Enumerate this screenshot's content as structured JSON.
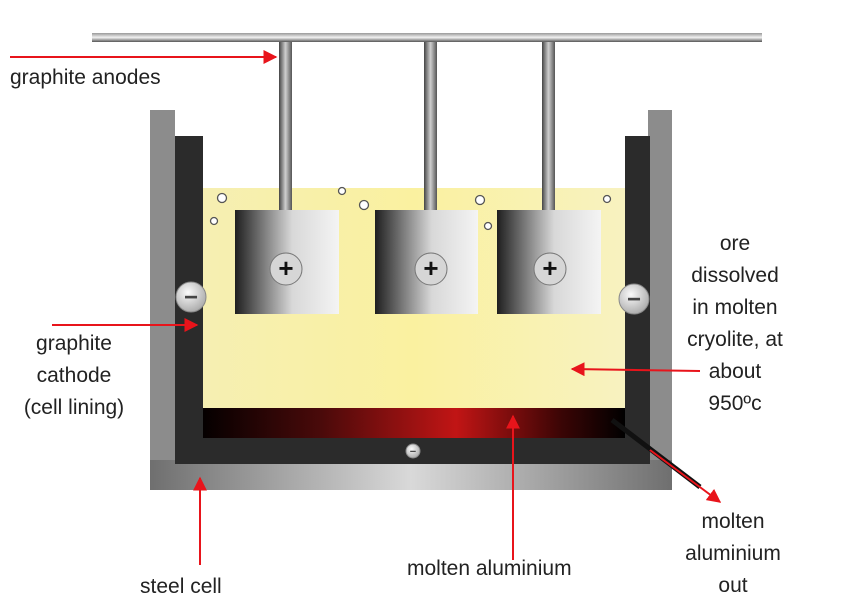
{
  "labels": {
    "graphite_anodes": "graphite anodes",
    "graphite_cathode": "graphite\ncathode\n(cell lining)",
    "ore_dissolved": "ore\ndissolved\nin molten\ncryolite, at\nabout\n950ºc",
    "steel_cell": "steel cell",
    "molten_aluminium": "molten aluminium",
    "molten_aluminium_out": "molten\naluminium\nout"
  },
  "symbols": {
    "anode_sign": "+",
    "cathode_sign": "−"
  },
  "colors": {
    "arrow": "#e8141b",
    "electrolyte": "#f6eeaa",
    "steel": "#8c8c8c",
    "lining": "#2b2b2b"
  }
}
